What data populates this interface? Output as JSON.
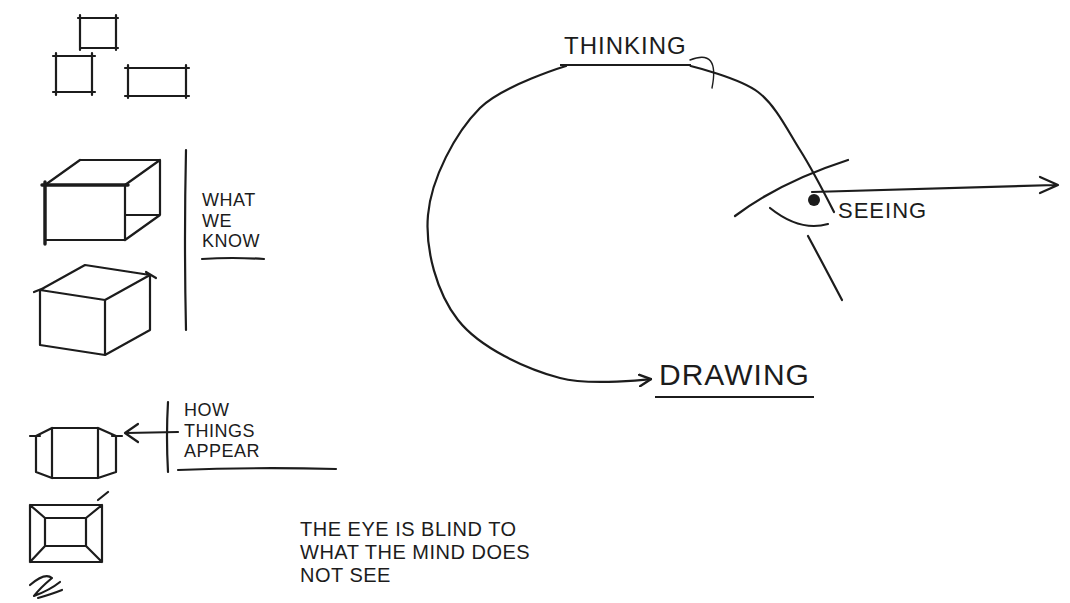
{
  "diagram": {
    "nodes": [
      {
        "text": [
          "THINKING"
        ]
      },
      {
        "text": [
          "SEEING"
        ]
      },
      {
        "text": [
          "DRAWING"
        ]
      }
    ],
    "edges": [
      {
        "from": 0,
        "to": 2,
        "arrow": "to"
      },
      {
        "from": 0,
        "to": 1,
        "arrow": "none"
      }
    ],
    "labels": [
      "WHAT WE KNOW",
      "HOW THINGS APPEAR",
      "THE EYE IS BLIND TO WHAT THE MIND DOES NOT SEE"
    ]
  }
}
